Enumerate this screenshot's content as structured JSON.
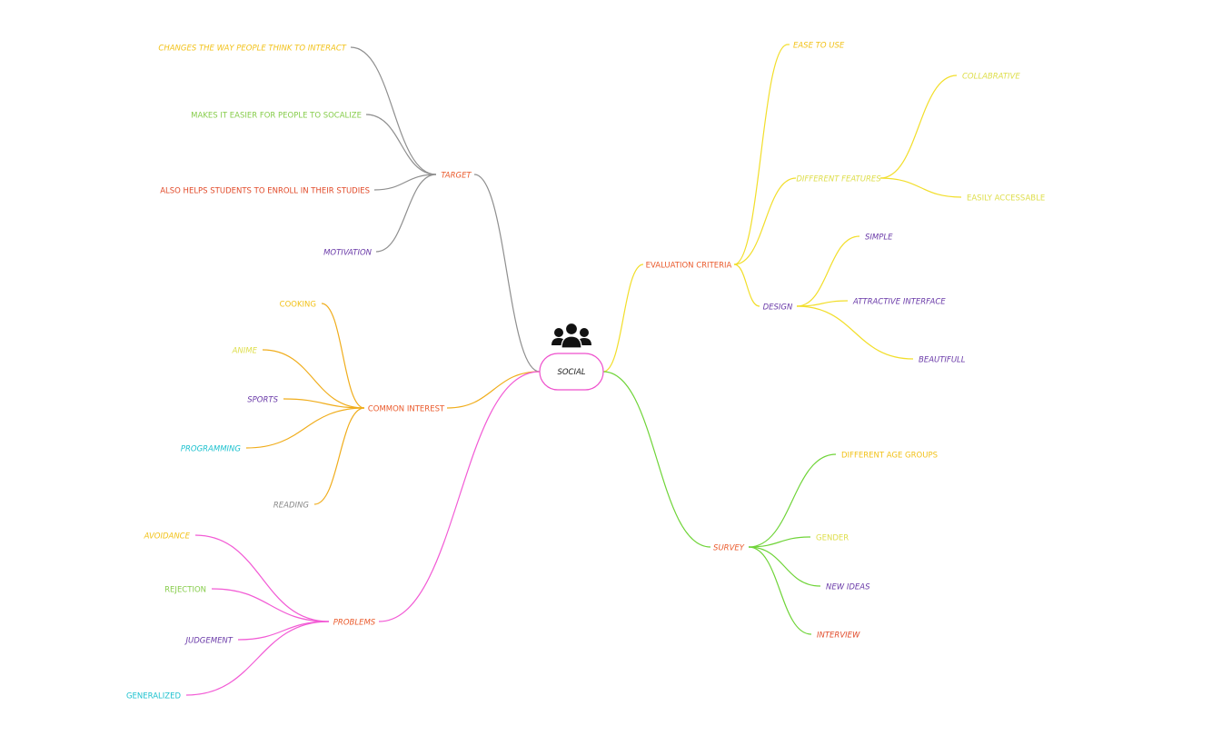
{
  "colors": {
    "branch_target": "#8f8f8f",
    "branch_evaluation": "#f2de2a",
    "branch_interest": "#f0ad1c",
    "branch_problems": "#f25bd5",
    "branch_survey": "#6fd438",
    "center_border": "#ee4fcc",
    "text_main_branch": "#ea5a2c",
    "text_yellow": "#f2c21a",
    "text_yellow_light": "#dede4a",
    "text_green": "#87cd4c",
    "text_red": "#e14a29",
    "text_purple": "#6a3aa8",
    "text_cyan": "#1ec2cf",
    "text_gray": "#8a8a8a",
    "text_orange": "#f0ad1c"
  },
  "center": {
    "label": "SOCIAL",
    "icon": "people-group-icon"
  },
  "branches": {
    "target": {
      "label": "TARGET",
      "children": [
        "CHANGES THE WAY PEOPLE THINK TO INTERACT",
        "MAKES IT EASIER FOR PEOPLE TO SOCALIZE",
        "ALSO HELPS STUDENTS TO ENROLL IN THEIR STUDIES",
        "MOTIVATION"
      ]
    },
    "common_interest": {
      "label": "COMMON INTEREST",
      "children": [
        "COOKING",
        "ANIME",
        "SPORTS",
        "PROGRAMMING",
        "READING"
      ]
    },
    "problems": {
      "label": "PROBLEMS",
      "children": [
        "AVOIDANCE",
        "REJECTION",
        "JUDGEMENT",
        "GENERALIZED"
      ]
    },
    "evaluation": {
      "label": "EVALUATION CRITERIA",
      "children": {
        "ease": "EASE TO USE",
        "features": {
          "label": "DIFFERENT FEATURES",
          "children": [
            "COLLABRATIVE",
            "EASILY ACCESSABLE"
          ]
        },
        "design": {
          "label": "DESIGN",
          "children": [
            "SIMPLE",
            "ATTRACTIVE INTERFACE",
            "BEAUTIFULL"
          ]
        }
      }
    },
    "survey": {
      "label": "SURVEY",
      "children": [
        "DIFFERENT AGE GROUPS",
        "GENDER",
        "NEW IDEAS",
        "INTERVIEW"
      ]
    }
  }
}
